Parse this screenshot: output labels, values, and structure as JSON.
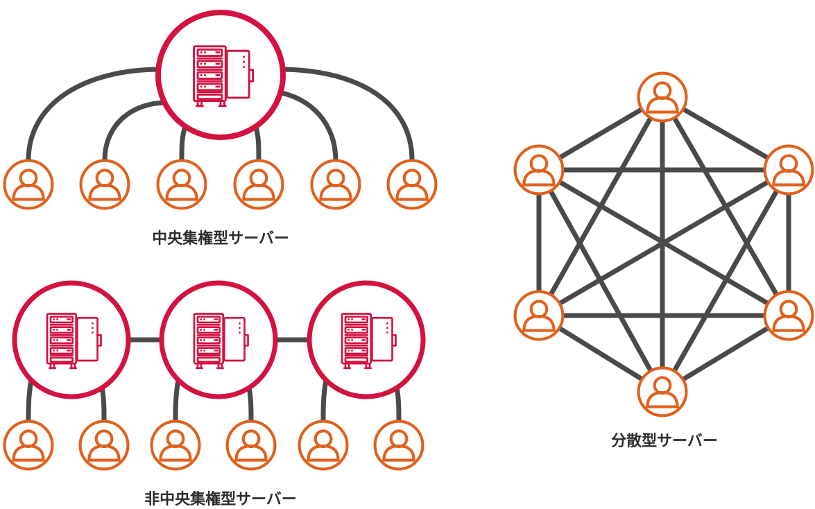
{
  "colors": {
    "server": "#d3123f",
    "user": "#e0611d",
    "link": "#4a4a4a",
    "text": "#2d2d2d"
  },
  "icons": {
    "server": "server-icon",
    "user": "user-icon"
  },
  "central": {
    "label": "中央集権型サーバー",
    "server_count": 1,
    "user_count": 6
  },
  "decentral": {
    "label": "非中央集権型サーバー",
    "server_count": 3,
    "users_per_server": 2
  },
  "distributed": {
    "label": "分散型サーバー",
    "node_count": 6,
    "topology": "full-mesh"
  }
}
